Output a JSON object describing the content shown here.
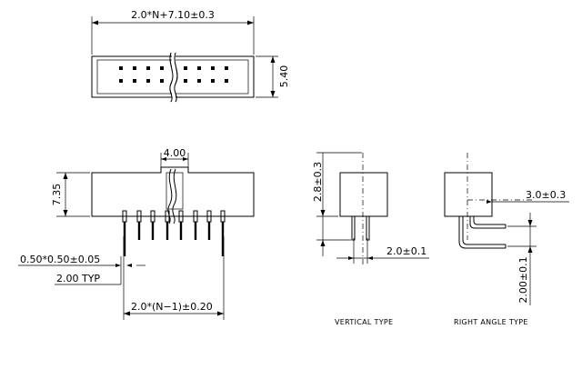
{
  "dimensions": {
    "overall_length": "2.0*N+7.10±0.3",
    "body_height": "5.40",
    "key_width": "4.00",
    "side_height": "7.35",
    "pin_size": "0.50*0.50±0.05",
    "pitch_typ": "2.00  TYP",
    "pin_span": "2.0*(N−1)±0.20",
    "vertical_tail": "2.8±0.3",
    "vertical_pitch": "2.0±0.1",
    "right_angle_offset": "3.0±0.3",
    "right_angle_tail": "2.00±0.1"
  },
  "captions": {
    "vertical": "VERTICAL  TYPE",
    "right_angle": "RIGHT  ANGLE  TYPE"
  }
}
